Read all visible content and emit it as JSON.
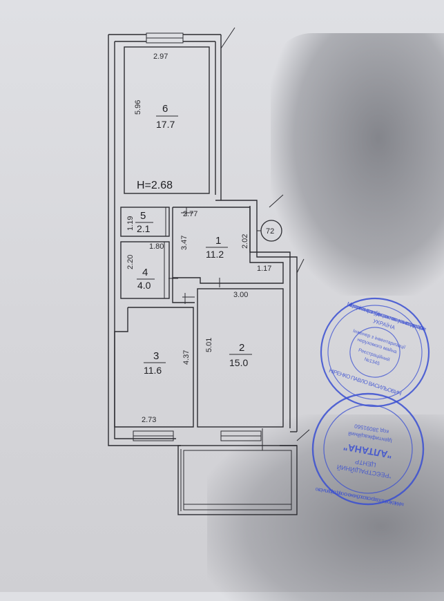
{
  "height_label": "H=2.68",
  "circle_label": "72",
  "rooms": [
    {
      "id": "room-6",
      "number": "6",
      "area": "17.7",
      "width": "2.97",
      "length": "5.96"
    },
    {
      "id": "room-5",
      "number": "5",
      "area": "2.1",
      "width": "1.19"
    },
    {
      "id": "room-4",
      "number": "4",
      "area": "4.0",
      "width": "1.80",
      "length": "2.20"
    },
    {
      "id": "room-1",
      "number": "1",
      "area": "11.2",
      "width": "2.77",
      "length": "3.47",
      "side": "2.02",
      "bottom": "1.17"
    },
    {
      "id": "room-3",
      "number": "3",
      "area": "11.6",
      "width": "2.73",
      "length": "4.37"
    },
    {
      "id": "room-2",
      "number": "2",
      "area": "15.0",
      "width": "3.00",
      "length": "5.01"
    }
  ],
  "stamp_top": {
    "ring_text": "Міністерство регіонального розвитку будівництва та житлово-комунального господарства України",
    "center_lines": [
      "УКРАЇНА",
      "Інженер з інвентаризації",
      "нерухомого майна",
      "Реєстраційний",
      "№1345"
    ],
    "name": "НІРЕНКО ПАВЛО ВАСИЛЬОВИЧ",
    "color": "#3a4fd1"
  },
  "stamp_bottom": {
    "ring_text": "м. Київ Україна Товариство з обмеженою відповідальністю",
    "center_lines": [
      "\"РЕЄСТРАЦІЙНИЙ",
      "ЦЕНТР",
      "\"АЛТАНА\"",
      "Ідентифікаційний",
      "код 38091560"
    ],
    "color": "#3a4fd1"
  }
}
